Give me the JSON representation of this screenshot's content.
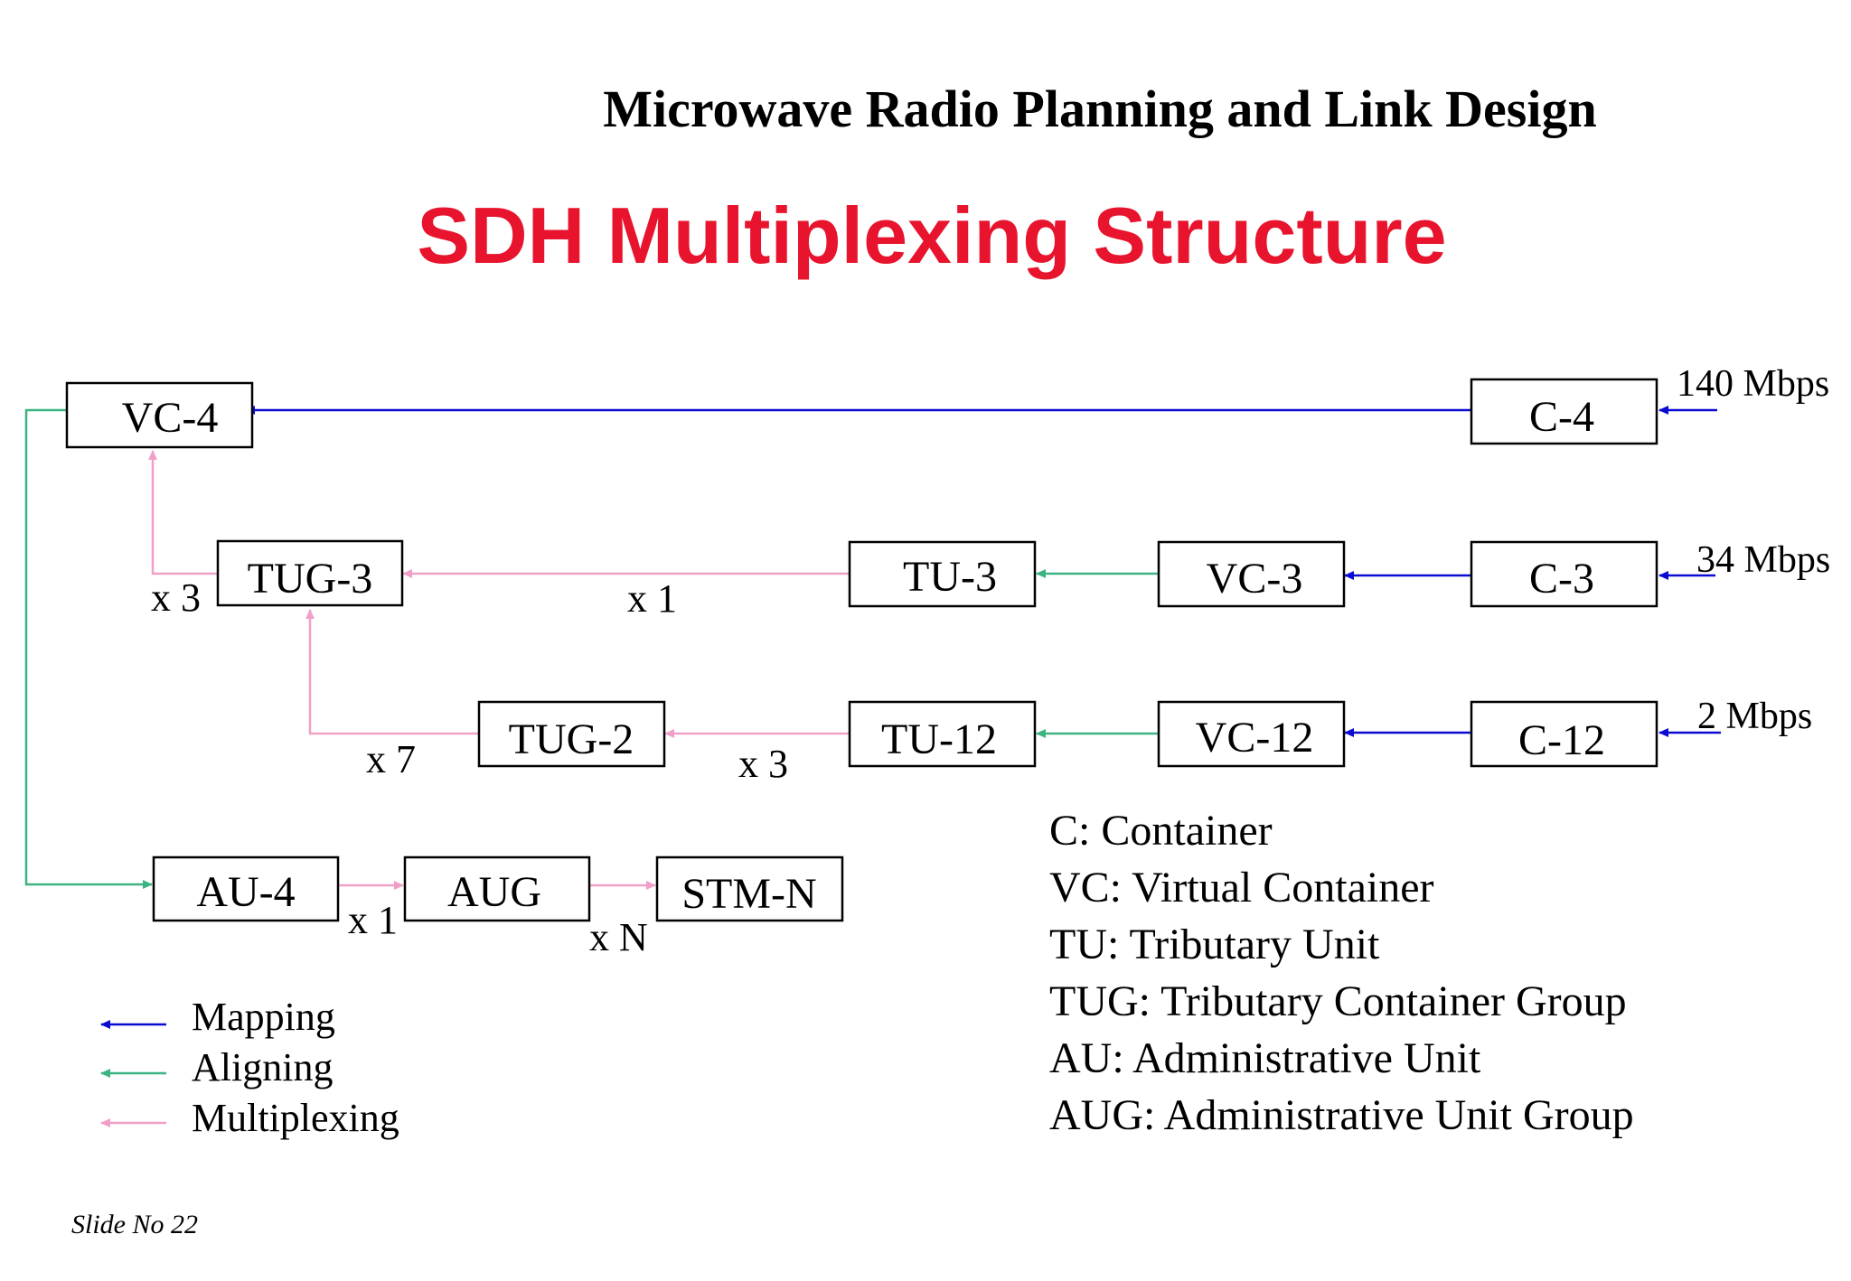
{
  "header": {
    "title": "Microwave Radio Planning and Link Design",
    "subtitle": "SDH Multiplexing Structure",
    "subtitle_color": "#e8142d"
  },
  "colors": {
    "mapping": "#0a0ad2",
    "aligning": "#3cb482",
    "multiplexing": "#f0a0c8"
  },
  "boxes": {
    "vc4": "VC-4",
    "c4": "C-4",
    "tug3": "TUG-3",
    "tu3": "TU-3",
    "vc3": "VC-3",
    "c3": "C-3",
    "tug2": "TUG-2",
    "tu12": "TU-12",
    "vc12": "VC-12",
    "c12": "C-12",
    "au4": "AU-4",
    "aug": "AUG",
    "stmn": "STM-N"
  },
  "rates": {
    "c4": "140 Mbps",
    "c3": "34 Mbps",
    "c12": "2 Mbps"
  },
  "multipliers": {
    "tug3_to_vc4": "x 3",
    "tu3_to_tug3": "x 1",
    "tug2_to_tug3": "x 7",
    "tu12_to_tug2": "x 3",
    "au4_to_aug": "x 1",
    "aug_to_stmn": "x N"
  },
  "legend": {
    "mapping": "Mapping",
    "aligning": "Aligning",
    "multiplexing": "Multiplexing"
  },
  "definitions": [
    "C: Container",
    "VC: Virtual Container",
    "TU: Tributary Unit",
    "TUG: Tributary Container Group",
    "AU: Administrative Unit",
    "AUG: Administrative Unit Group"
  ],
  "footer": {
    "slide_no": "Slide No 22"
  }
}
